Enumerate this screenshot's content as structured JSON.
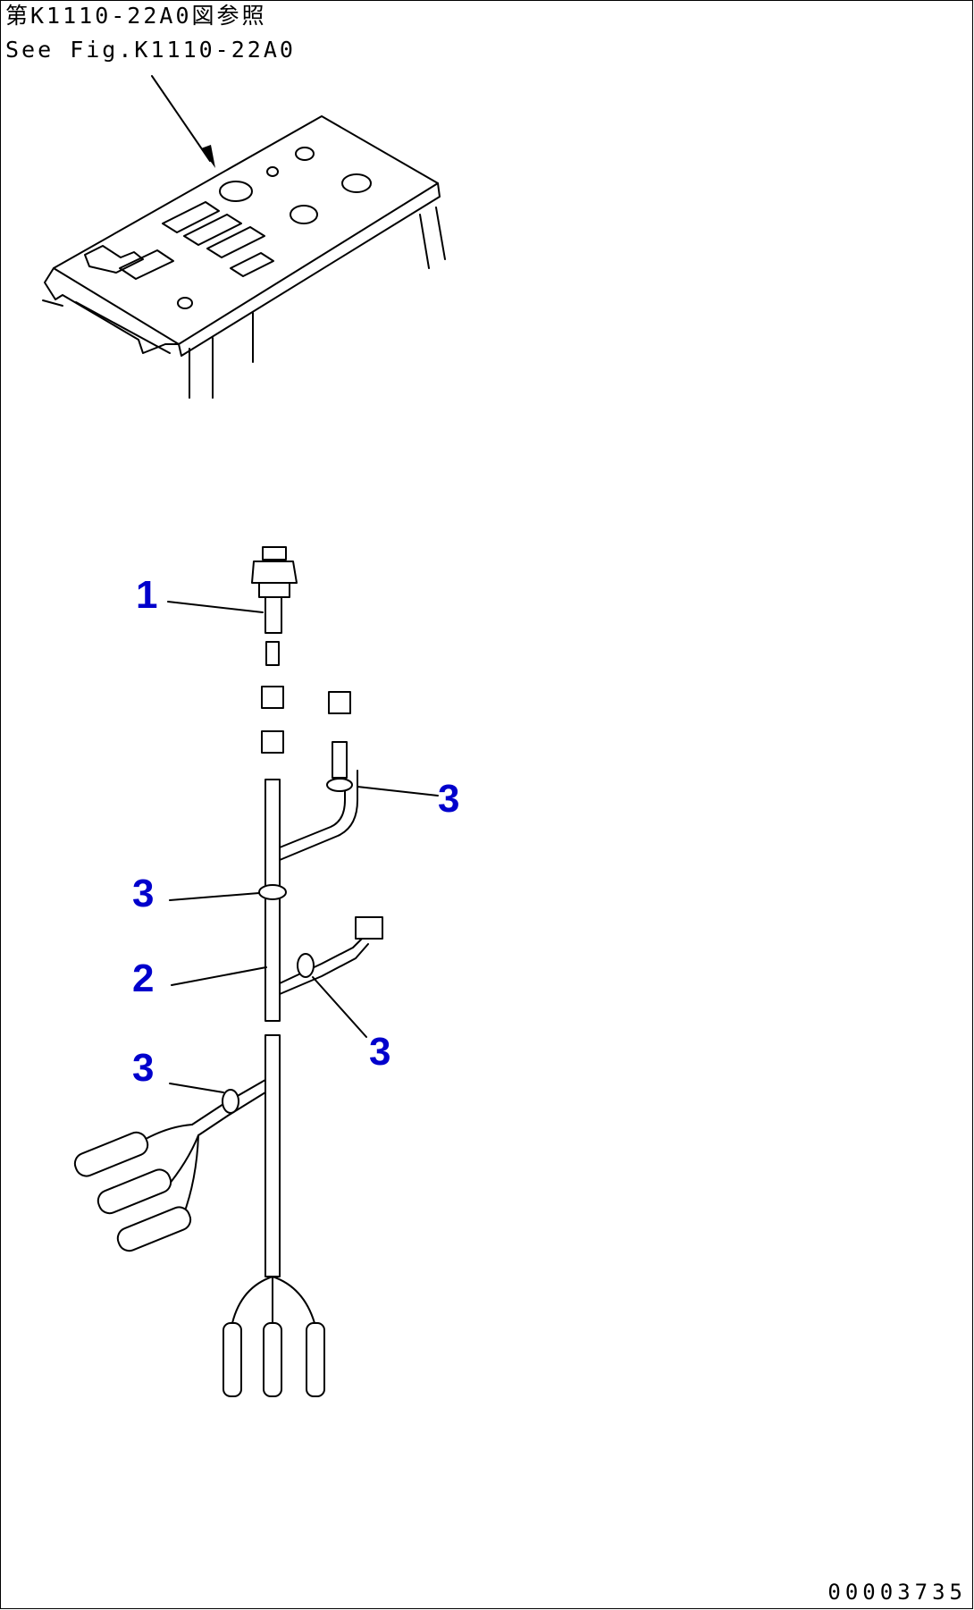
{
  "reference": {
    "line_jp": "第K1110-22A0図参照",
    "line_en": "See Fig.K1110-22A0"
  },
  "callouts": [
    "1",
    "3",
    "3",
    "2",
    "3",
    "3"
  ],
  "document_number": "00003735",
  "colors": {
    "callout": "#0000cc",
    "line": "#000000",
    "background": "#ffffff"
  }
}
